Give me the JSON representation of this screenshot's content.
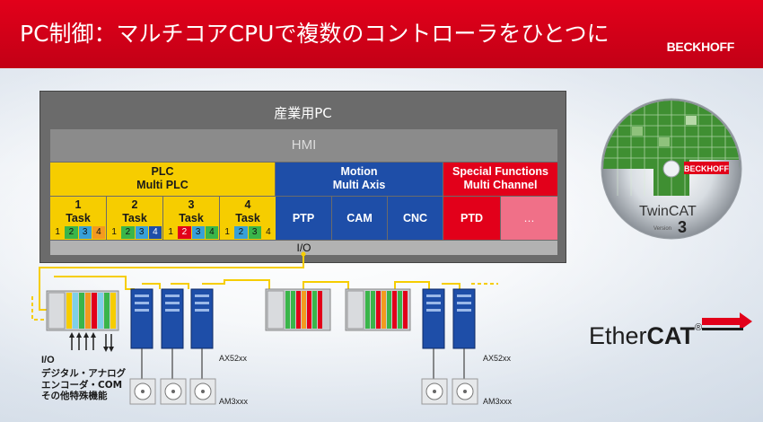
{
  "header": {
    "title": "PC制御：マルチコアCPUで複数のコントローラをひとつに",
    "logo": "BECKHOFF"
  },
  "pc": {
    "label": "産業用PC",
    "hmi": "HMI",
    "plc": {
      "line1": "PLC",
      "line2": "Multi PLC"
    },
    "motion": {
      "line1": "Motion",
      "line2": "Multi Axis"
    },
    "special": {
      "line1": "Special Functions",
      "line2": "Multi Channel"
    },
    "tasks": [
      {
        "num": "1",
        "label": "Task",
        "chips": [
          "1",
          "2",
          "3",
          "4"
        ]
      },
      {
        "num": "2",
        "label": "Task",
        "chips": [
          "1",
          "2",
          "3",
          "4"
        ]
      },
      {
        "num": "3",
        "label": "Task",
        "chips": [
          "1",
          "2",
          "3",
          "4"
        ]
      },
      {
        "num": "4",
        "label": "Task",
        "chips": [
          "1",
          "2",
          "3",
          "4"
        ]
      }
    ],
    "motion_cells": [
      "PTP",
      "CAM",
      "CNC"
    ],
    "special_cells": [
      "PTD",
      "…"
    ],
    "io": "I/O"
  },
  "disc": {
    "logo": "BECKHOFF",
    "product": "TwinCAT",
    "version_label": "Version",
    "version": "3"
  },
  "ethercat": {
    "part1": "Ether",
    "part2": "CAT",
    "reg": "®"
  },
  "devices": {
    "io_label": "I/O",
    "io_desc": [
      "デジタル・アナログ",
      "エンコーダ・COM",
      "その他特殊機能"
    ],
    "drive_label": "AX52xx",
    "motor_label": "AM3xxx"
  },
  "colors": {
    "red": "#e2001a",
    "yellow": "#f6cd00",
    "blue": "#1e4ea8",
    "chip_colors": [
      "#f6cd00",
      "#3ab54a",
      "#37a0d8",
      "#f39a1f"
    ],
    "active_chip": "#1e4ea8",
    "active_chip_red": "#e2001a"
  }
}
